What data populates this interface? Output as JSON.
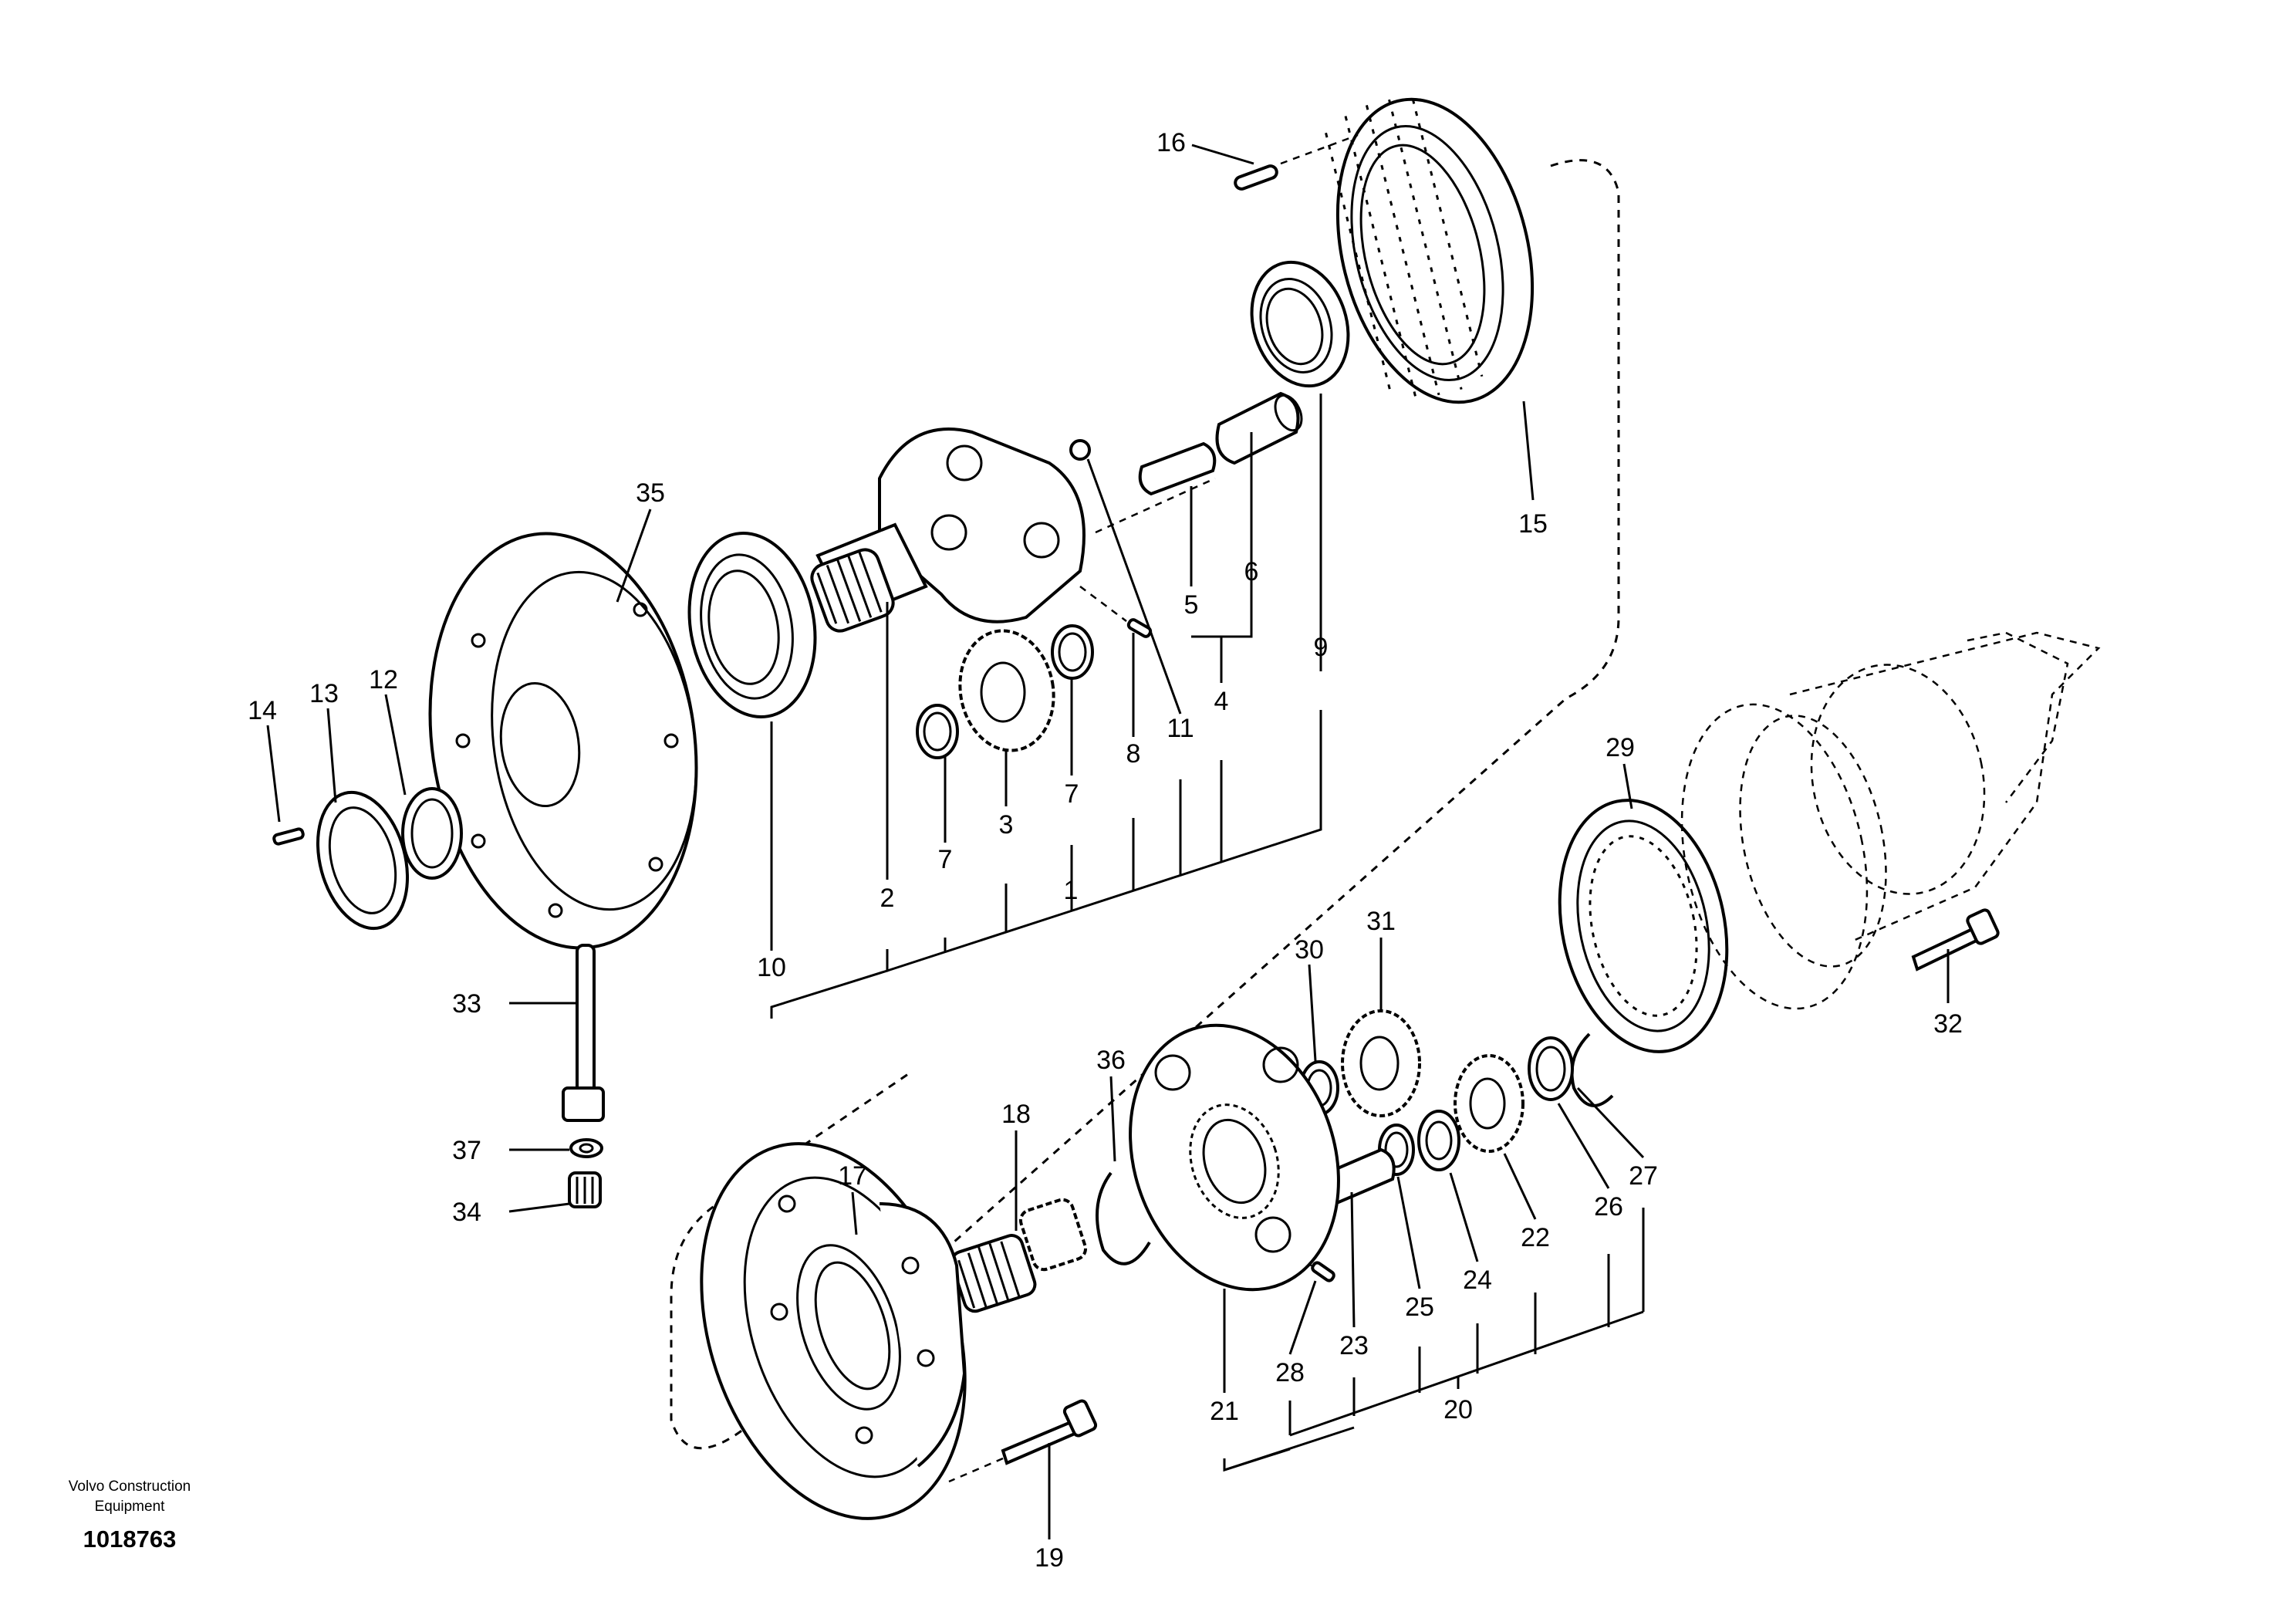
{
  "brand": {
    "line1": "Volvo Construction",
    "line2": "Equipment"
  },
  "document_number": "1018763",
  "callouts": {
    "c1": "1",
    "c2": "2",
    "c3": "3",
    "c4": "4",
    "c5": "5",
    "c6": "6",
    "c7a": "7",
    "c7b": "7",
    "c8": "8",
    "c9": "9",
    "c10": "10",
    "c11": "11",
    "c12": "12",
    "c13": "13",
    "c14": "14",
    "c15": "15",
    "c16": "16",
    "c17": "17",
    "c18": "18",
    "c19": "19",
    "c20": "20",
    "c21": "21",
    "c22": "22",
    "c23": "23",
    "c24": "24",
    "c25": "25",
    "c26": "26",
    "c27": "27",
    "c28": "28",
    "c29": "29",
    "c30": "30",
    "c31": "31",
    "c32": "32",
    "c33": "33",
    "c34": "34",
    "c35": "35",
    "c36": "36",
    "c37": "37"
  }
}
